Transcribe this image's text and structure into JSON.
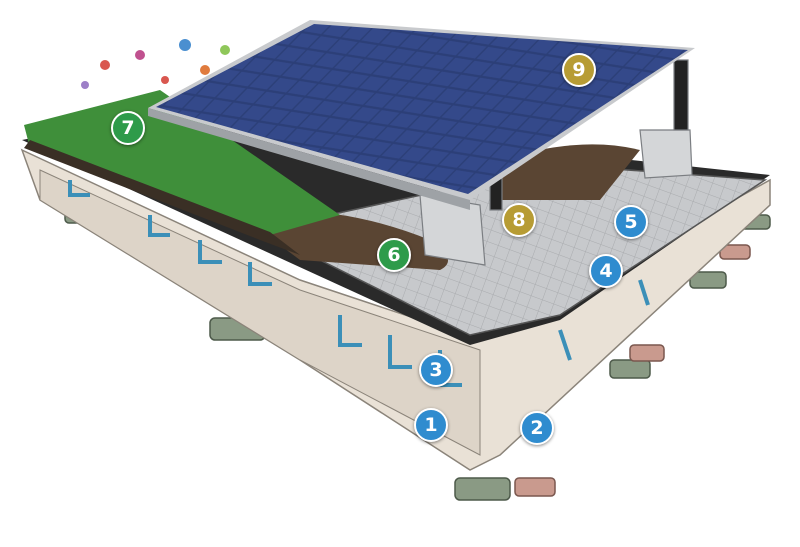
{
  "callouts": [
    {
      "label": "1",
      "color": "#2f8ccf"
    },
    {
      "label": "2",
      "color": "#2f8ccf"
    },
    {
      "label": "3",
      "color": "#2f8ccf"
    },
    {
      "label": "4",
      "color": "#2f8ccf"
    },
    {
      "label": "5",
      "color": "#2f8ccf"
    },
    {
      "label": "6",
      "color": "#2e9b4a"
    },
    {
      "label": "7",
      "color": "#2e9b4a"
    },
    {
      "label": "8",
      "color": "#b79c34"
    },
    {
      "label": "9",
      "color": "#b79c34"
    }
  ]
}
